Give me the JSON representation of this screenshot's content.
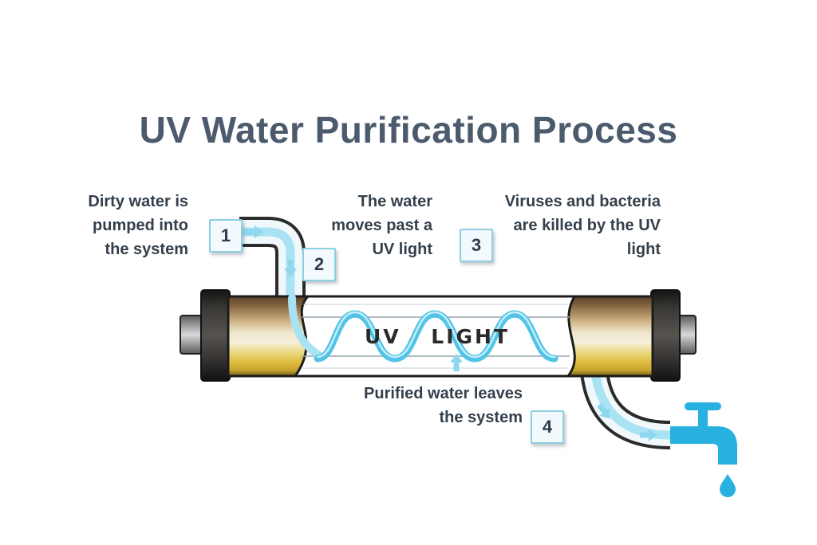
{
  "title": "UV Water Purification Process",
  "diagram": {
    "chamber_label": "UV  LIGHT",
    "steps": [
      {
        "num": "1",
        "label": "Dirty water is\npumped into\nthe system"
      },
      {
        "num": "2",
        "label": "The water\nmoves past a\nUV light"
      },
      {
        "num": "3",
        "label": "Viruses and bacteria\nare killed by the UV\nlight"
      },
      {
        "num": "4",
        "label": "Purified water leaves\nthe system"
      }
    ],
    "icons": {
      "flow_arrow": "▶",
      "faucet": "tap-silhouette",
      "water_droplet": "teardrop"
    },
    "colors": {
      "title_text": "#4b5a6c",
      "label_text": "#333f4b",
      "step_box_border": "#8ccfe1",
      "step_box_bg": "#f3fafd",
      "pipe_outline": "#2b2b2b",
      "pipe_fill": "#f0f8fb",
      "water_stream": "#a9e2f3",
      "flow_arrow": "#8ed7ef",
      "uv_wave": "#4fc4e6",
      "faucet_blue": "#28b0e1",
      "brass_gold": "#ddbb3e",
      "bronze_brown": "#8a6a45",
      "flange_dark": "#3a3835"
    }
  }
}
